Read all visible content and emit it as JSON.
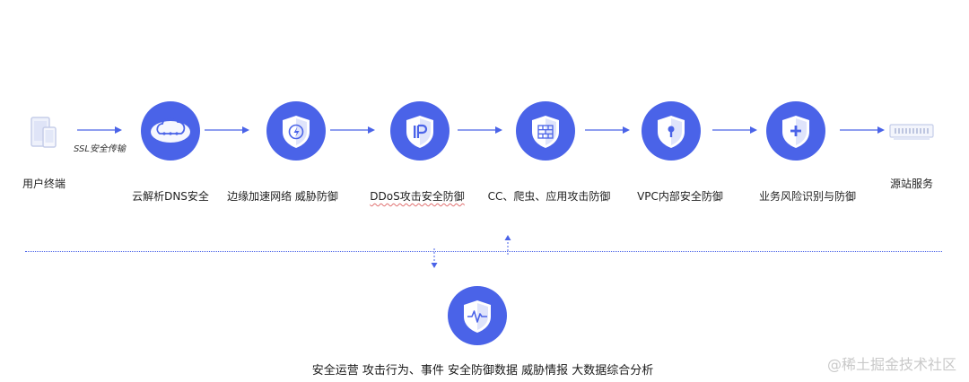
{
  "flow": {
    "start": {
      "label": "用户终端",
      "icon": "device-icon"
    },
    "transfer_label": "SSL安全传输",
    "stages": [
      {
        "label": "云解析DNS安全",
        "icon": "cloud-icon"
      },
      {
        "label": "边缘加速网络 威胁防御",
        "icon": "shield-lightning-icon"
      },
      {
        "label": "DDoS攻击安全防御",
        "icon": "shield-ip-icon"
      },
      {
        "label": "CC、爬虫、应用攻击防御",
        "icon": "shield-firewall-icon"
      },
      {
        "label": "VPC内部安全防御",
        "icon": "shield-lock-icon"
      },
      {
        "label": "业务风险识别与防御",
        "icon": "shield-plus-icon"
      }
    ],
    "end": {
      "label": "源站服务",
      "icon": "server-icon"
    }
  },
  "analytics": {
    "icon": "shield-pulse-icon",
    "caption": "安全运营 攻击行为、事件 安全防御数据 威胁情报 大数据综合分析"
  },
  "watermark": "@稀土掘金技术社区",
  "colors": {
    "accent": "#4a63e8",
    "icon_fill": "#ffffff",
    "shield_shade": "#dfe4fb"
  }
}
